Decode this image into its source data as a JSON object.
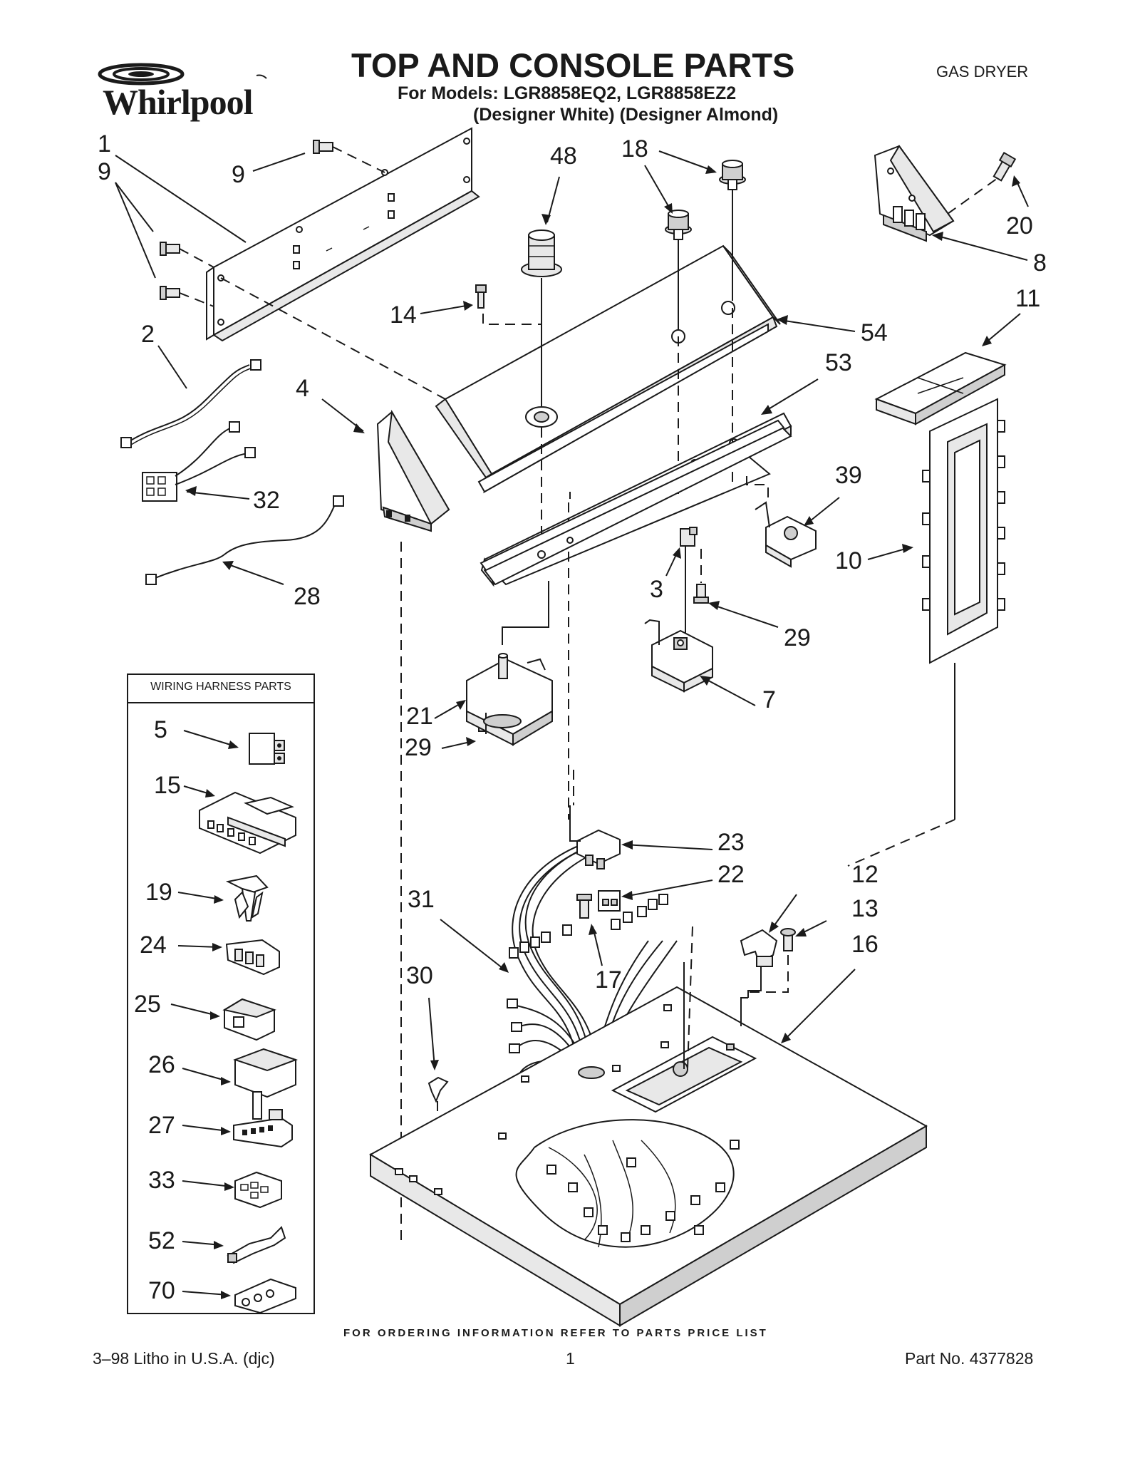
{
  "header": {
    "brand": "Whirlpool",
    "title": "TOP AND CONSOLE PARTS",
    "models": "For Models: LGR8858EQ2, LGR8858EZ2",
    "variants": "(Designer White)  (Designer Almond)",
    "product_type": "GAS DRYER"
  },
  "legend": {
    "title": "WIRING HARNESS PARTS",
    "items": [
      "5",
      "15",
      "19",
      "24",
      "25",
      "26",
      "27",
      "33",
      "52",
      "70"
    ]
  },
  "callouts": {
    "c1": "1",
    "c9a": "9",
    "c9b": "9",
    "c2": "2",
    "c4": "4",
    "c32": "32",
    "c28": "28",
    "c48": "48",
    "c18": "18",
    "c14": "14",
    "c54": "54",
    "c53": "53",
    "c20": "20",
    "c8": "8",
    "c11": "11",
    "c39": "39",
    "c10": "10",
    "c3": "3",
    "c29a": "29",
    "c7": "7",
    "c21": "21",
    "c29b": "29",
    "c23": "23",
    "c22": "22",
    "c31": "31",
    "c17": "17",
    "c30": "30",
    "c12": "12",
    "c13": "13",
    "c16": "16"
  },
  "footer": {
    "ordering_note": "FOR ORDERING INFORMATION REFER TO PARTS PRICE LIST",
    "litho": "3–98 Litho in U.S.A. (djc)",
    "page_number": "1",
    "part_number": "Part No. 4377828"
  }
}
